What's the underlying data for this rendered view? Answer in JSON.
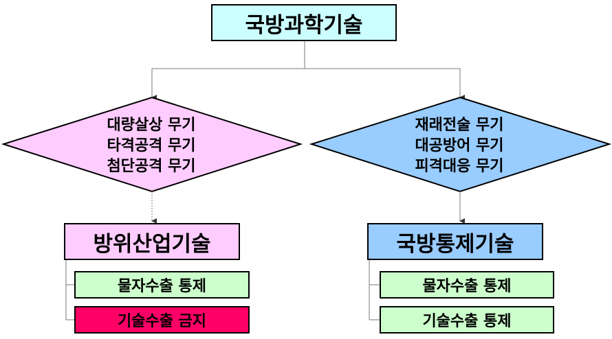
{
  "title": "국방과학기술",
  "left": {
    "diamond_lines": [
      "대량살상 무기",
      "타격공격 무기",
      "첨단공격 무기"
    ],
    "heading": "방위산업기술",
    "subs": [
      "물자수출 통제",
      "기술수출 금지"
    ]
  },
  "right": {
    "diamond_lines": [
      "재래전술 무기",
      "대공방어 무기",
      "피격대응 무기"
    ],
    "heading": "국방통제기술",
    "subs": [
      "물자수출 통제",
      "기술수출 통제"
    ]
  },
  "colors": {
    "title_fill": "#ccffff",
    "left_fill": "#ffccff",
    "right_fill": "#99ccff",
    "sub_fill": "#ccffcc",
    "forbid_fill": "#ff0066"
  }
}
